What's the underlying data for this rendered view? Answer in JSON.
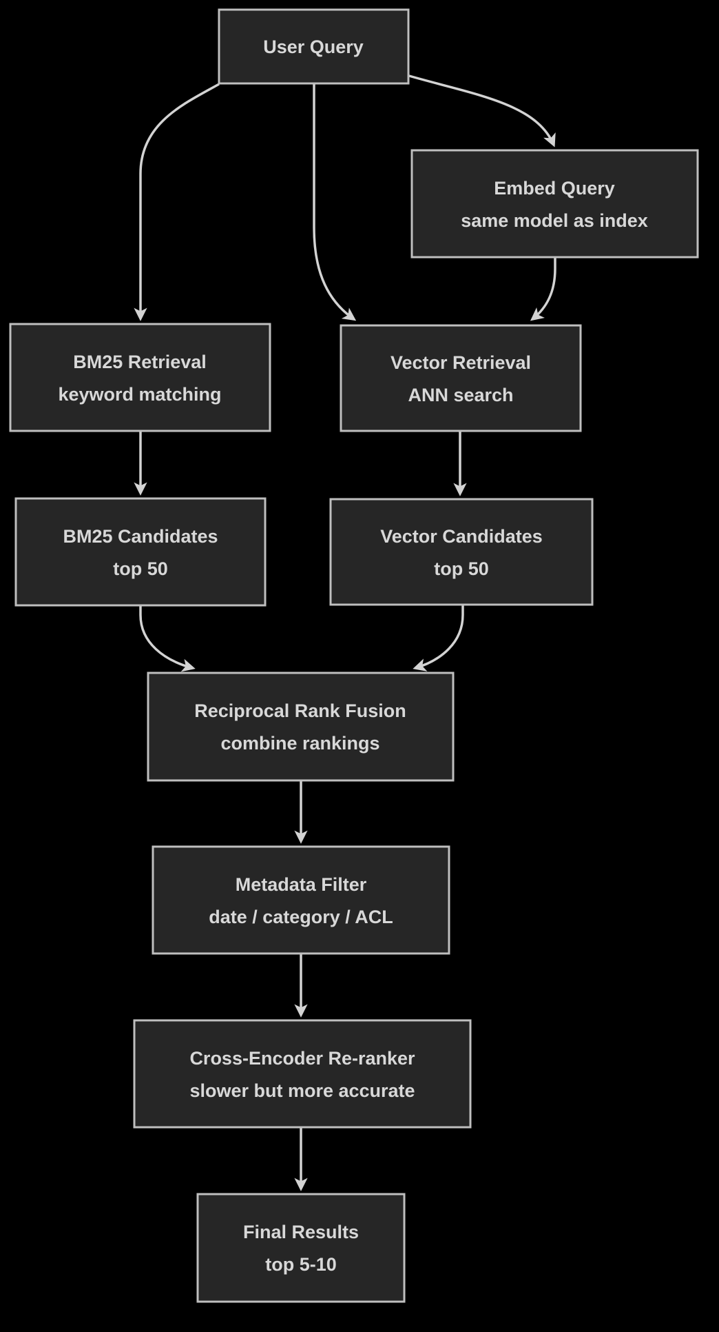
{
  "diagram": {
    "type": "flowchart",
    "colors": {
      "background": "#000000",
      "node_fill": "#262626",
      "node_border": "#bfbfbf",
      "text": "#d8d8d8",
      "arrow": "#d3d3d3"
    },
    "nodes": [
      {
        "id": "user-query",
        "title": "User Query",
        "subtitle": ""
      },
      {
        "id": "embed-query",
        "title": "Embed Query",
        "subtitle": "same model as index"
      },
      {
        "id": "bm25-retrieval",
        "title": "BM25 Retrieval",
        "subtitle": "keyword matching"
      },
      {
        "id": "vector-retrieval",
        "title": "Vector Retrieval",
        "subtitle": "ANN search"
      },
      {
        "id": "bm25-candidates",
        "title": "BM25 Candidates",
        "subtitle": "top 50"
      },
      {
        "id": "vector-candidates",
        "title": "Vector Candidates",
        "subtitle": "top 50"
      },
      {
        "id": "rank-fusion",
        "title": "Reciprocal Rank Fusion",
        "subtitle": "combine rankings"
      },
      {
        "id": "metadata-filter",
        "title": "Metadata Filter",
        "subtitle": "date / category / ACL"
      },
      {
        "id": "cross-encoder",
        "title": "Cross-Encoder Re-ranker",
        "subtitle": "slower but more accurate"
      },
      {
        "id": "final-results",
        "title": "Final Results",
        "subtitle": "top 5-10"
      }
    ],
    "edges": [
      {
        "from": "user-query",
        "to": "bm25-retrieval"
      },
      {
        "from": "user-query",
        "to": "vector-retrieval"
      },
      {
        "from": "user-query",
        "to": "embed-query"
      },
      {
        "from": "embed-query",
        "to": "vector-retrieval"
      },
      {
        "from": "bm25-retrieval",
        "to": "bm25-candidates"
      },
      {
        "from": "vector-retrieval",
        "to": "vector-candidates"
      },
      {
        "from": "bm25-candidates",
        "to": "rank-fusion"
      },
      {
        "from": "vector-candidates",
        "to": "rank-fusion"
      },
      {
        "from": "rank-fusion",
        "to": "metadata-filter"
      },
      {
        "from": "metadata-filter",
        "to": "cross-encoder"
      },
      {
        "from": "cross-encoder",
        "to": "final-results"
      }
    ]
  }
}
